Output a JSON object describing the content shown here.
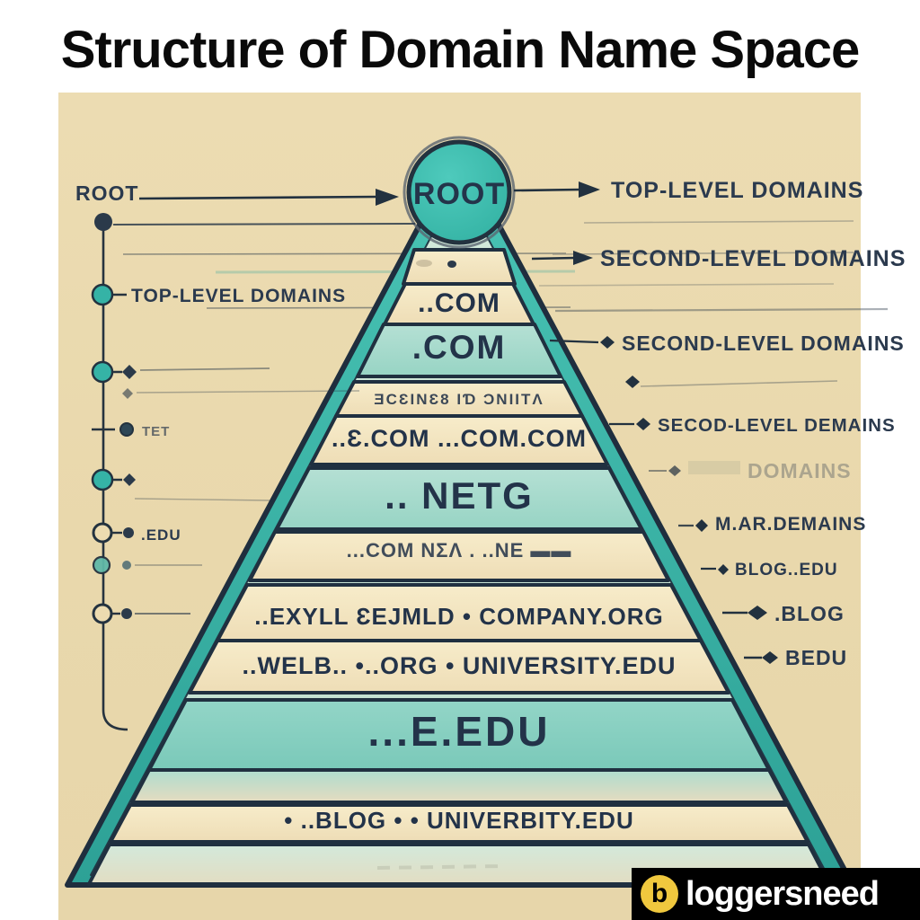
{
  "title": "Structure of Domain Name Space",
  "root": {
    "label": "ROOT"
  },
  "left_rail": {
    "root_label": "ROOT",
    "top_level_label": "TOP-LEVEL DOMAINS",
    "tet_label": "TET",
    "edu_label": ".EDU"
  },
  "right_rail": {
    "items": [
      {
        "label": "TOP-LEVEL DOMAINS"
      },
      {
        "label": "SECOND-LEVEL DOMAINS"
      },
      {
        "label": "SECOND-LEVEL DOMAINS"
      },
      {
        "label": "SECOD-LEVEL DEMAINS"
      },
      {
        "label": "DOMAINS"
      },
      {
        "label": "M.AR.DEMAINS"
      },
      {
        "label": "BLOG..EDU"
      },
      {
        "label": ".BLOG"
      },
      {
        "label": "BEDU"
      }
    ]
  },
  "pyramid": {
    "tiers": [
      {
        "label": ""
      },
      {
        "label": "..COM"
      },
      {
        "label": ".COM"
      },
      {
        "label": "ƎCƐINƐ8 IƊ ƆNIITɅ"
      },
      {
        "label": "..Ɛ.COM ...COM.COM"
      },
      {
        "label": ".. NETG"
      },
      {
        "label": "...COM  ΝΣΛ . ..ΝΕ ▬▬"
      },
      {
        "label": "..EXYLL ƐEJMLD • COMPANY.ORG"
      },
      {
        "label": "..WELB.. •..ORG  •  UNIVERSITY.EDU"
      },
      {
        "label": "...E.EDU"
      },
      {
        "label": ""
      },
      {
        "label": "• ..BLOG •    • UNIVERBITY.EDU"
      },
      {
        "label": ""
      }
    ]
  },
  "watermark": {
    "initial": "b",
    "name": "loggersneed"
  },
  "colors": {
    "teal": "#35b3a6",
    "tier_teal": "#a9dcd0",
    "cream": "#f4e7c4",
    "panel_beige": "#ecdbb0",
    "ink": "#23334a",
    "logo_yellow": "#f0c83e"
  }
}
